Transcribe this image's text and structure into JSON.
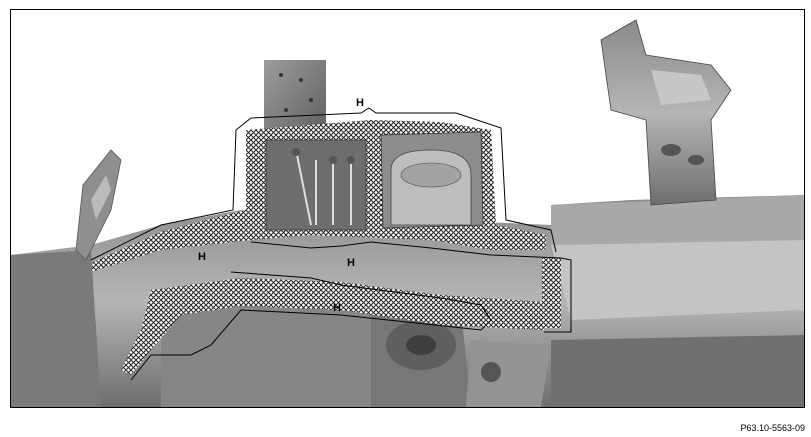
{
  "figure": {
    "callouts": [
      {
        "id": "h-top",
        "label": "H"
      },
      {
        "id": "h-left",
        "label": "H"
      },
      {
        "id": "h-center",
        "label": "H"
      },
      {
        "id": "h-lower",
        "label": "H"
      }
    ],
    "reference": "P63.10-5563-09"
  }
}
